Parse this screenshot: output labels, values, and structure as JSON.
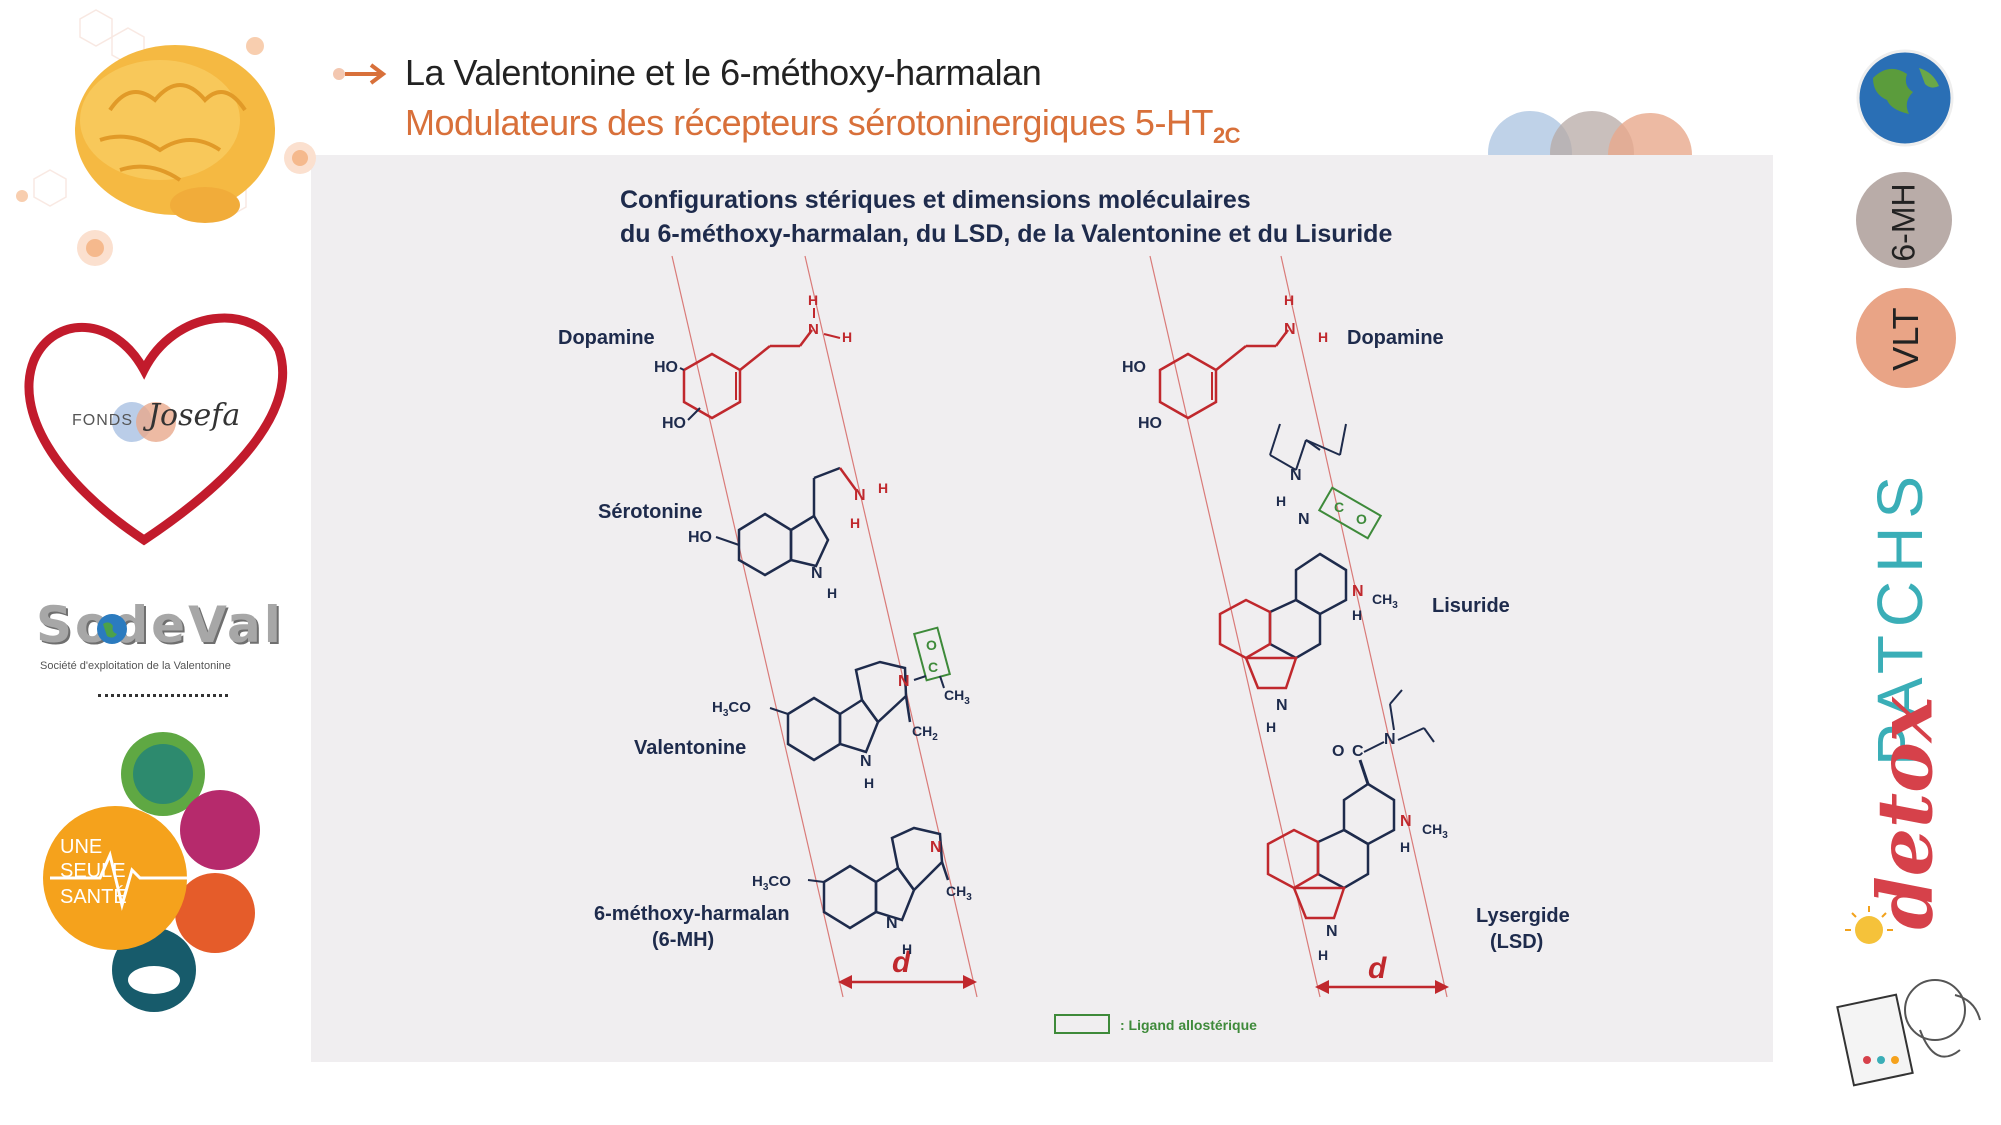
{
  "slide": {
    "title": "La Valentonine et le 6-méthoxy-harmalan",
    "subtitle": "Modulateurs des récepteurs sérotoninergiques 5-HT",
    "subtitle_sub": "2C"
  },
  "panel": {
    "heading_line1": "Configurations stériques et dimensions moléculaires",
    "heading_line2": "du 6-méthoxy-harmalan, du LSD, de la Valentonine et du Lisuride",
    "legend_label": ": Ligand allostérique",
    "distance_label": "d"
  },
  "left_column": {
    "molecules": [
      {
        "name": "Dopamine"
      },
      {
        "name": "Sérotonine"
      },
      {
        "name": "Valentonine"
      },
      {
        "name": "6-méthoxy-harmalan",
        "name2": "(6-MH)"
      }
    ]
  },
  "right_column": {
    "molecules": [
      {
        "name": "Dopamine"
      },
      {
        "name": "Lisuride"
      },
      {
        "name": "Lysergide",
        "name2": "(LSD)"
      }
    ]
  },
  "atoms": {
    "HO": "HO",
    "H": "H",
    "N": "N",
    "C": "C",
    "O": "O",
    "CH3": "CH",
    "CH2": "CH",
    "H3CO_a": "H",
    "H3CO_b": "CO",
    "sub3": "3",
    "sub2": "2"
  },
  "left_sidebar": {
    "fonds_label": "FONDS",
    "fonds_script": "Josefa",
    "sodeval_logo": "SodeVal",
    "sodeval_tagline": "Société d'exploitation de la Valentonine",
    "one_health": [
      "UNE",
      "SEULE",
      "SANTÉ"
    ]
  },
  "right_sidebar": {
    "badge_6mh": "6-MH",
    "badge_vlt": "VLT",
    "brand_script": "detox",
    "brand_caps": "PATCHS"
  },
  "colors": {
    "accent_orange": "#d8703a",
    "navy": "#1e2b4c",
    "red": "#c0282d",
    "green": "#3e8a3a",
    "panel_bg": "#f0eef0"
  }
}
